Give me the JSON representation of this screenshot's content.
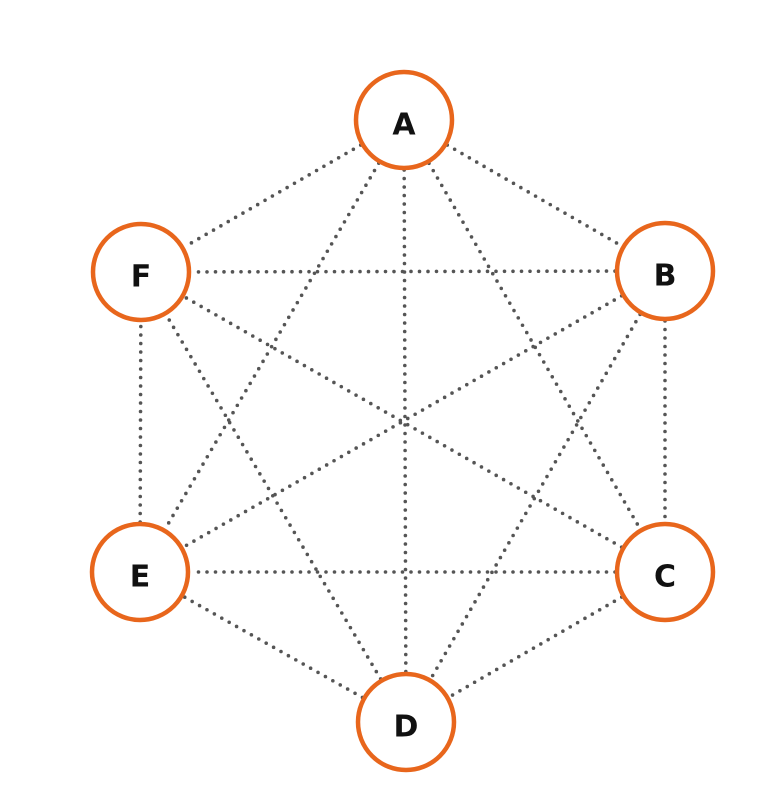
{
  "diagram": {
    "type": "complete-graph",
    "colors": {
      "node_stroke": "#E8661C",
      "edge": "#555555",
      "label": "#111111"
    },
    "edge_style": "dotted",
    "nodes": [
      {
        "id": "A",
        "label": "A"
      },
      {
        "id": "B",
        "label": "B"
      },
      {
        "id": "C",
        "label": "C"
      },
      {
        "id": "D",
        "label": "D"
      },
      {
        "id": "E",
        "label": "E"
      },
      {
        "id": "F",
        "label": "F"
      }
    ],
    "edges": [
      [
        "A",
        "B"
      ],
      [
        "A",
        "C"
      ],
      [
        "A",
        "D"
      ],
      [
        "A",
        "E"
      ],
      [
        "A",
        "F"
      ],
      [
        "B",
        "C"
      ],
      [
        "B",
        "D"
      ],
      [
        "B",
        "E"
      ],
      [
        "B",
        "F"
      ],
      [
        "C",
        "D"
      ],
      [
        "C",
        "E"
      ],
      [
        "C",
        "F"
      ],
      [
        "D",
        "E"
      ],
      [
        "D",
        "F"
      ],
      [
        "E",
        "F"
      ]
    ]
  }
}
